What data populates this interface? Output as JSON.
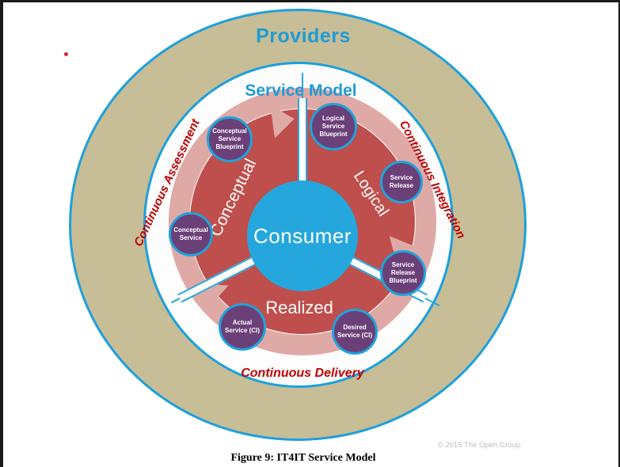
{
  "figure": {
    "caption": "Figure 9: IT4IT Service Model",
    "copyright": "© 2015 The Open Group"
  },
  "diagram": {
    "providers_label": "Providers",
    "service_model_label": "Service Model",
    "consumer_label": "Consumer",
    "phases": [
      {
        "label": "Conceptual"
      },
      {
        "label": "Logical"
      },
      {
        "label": "Realized"
      }
    ],
    "flows": {
      "left": "Continuous Assessment",
      "right": "Continuous Integration",
      "bottom": "Continuous Delivery"
    },
    "nodes": [
      {
        "label": "Conceptual Service Blueprint"
      },
      {
        "label": "Logical Service Blueprint"
      },
      {
        "label": "Service Release"
      },
      {
        "label": "Service Release Blueprint"
      },
      {
        "label": "Conceptual Service"
      },
      {
        "label": "Actual Service (CI)"
      },
      {
        "label": "Desired Service (CI)"
      }
    ],
    "colors": {
      "accent_blue": "#1ca0dc",
      "heading_blue": "#1e9cd6",
      "providers_ring_tan": "#c7bd96",
      "phase_red": "#bf4f4c",
      "lifecycle_arrow_pink": "#dfa9a6",
      "node_purple": "#6b4078",
      "consumer_blue": "#25a7de",
      "flow_text_red": "#c00000"
    }
  }
}
